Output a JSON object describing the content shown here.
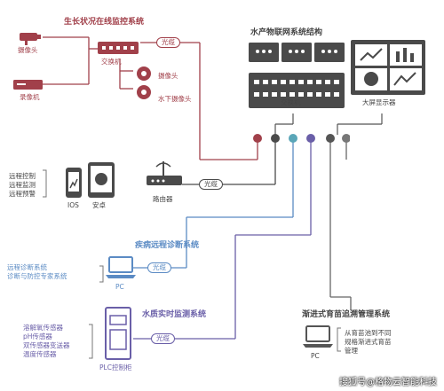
{
  "colors": {
    "red": "#a1404a",
    "dark": "#4a4a4a",
    "blue": "#5b8bc4",
    "teal": "#5aa6b8",
    "purple": "#6a5fa8",
    "gray": "#777777"
  },
  "top_left": {
    "title": "生长状况在线监控系统",
    "camera_label": "摄像头",
    "recorder_label": "录像机",
    "switch_label": "交换机",
    "camera2_label": "摄像头",
    "underwater_label": "水下摄像头",
    "fiber_label": "光缆"
  },
  "top_right": {
    "title": "水产物联网系统结构",
    "switch_label": "交换机",
    "screen_label": "大屏显示器"
  },
  "remote": {
    "items": [
      "远程控制",
      "远程监测",
      "远程预警"
    ],
    "ios_label": "IOS",
    "android_label": "安卓",
    "router_label": "路由器",
    "fiber_label": "光缆"
  },
  "disease": {
    "title": "疾病远程诊断系统",
    "items": [
      "远程诊断系统",
      "诊断与防控专家系统"
    ],
    "pc_label": "PC",
    "fiber_label": "光缆"
  },
  "water": {
    "title": "水质实时监测系统",
    "items": [
      "溶解氧传感器",
      "pH传感器",
      "双传感器变送器",
      "温度传感器"
    ],
    "plc_label": "PLC控制柜",
    "fiber_label": "光缆"
  },
  "trace": {
    "title": "渐进式育苗追溯管理系统",
    "pc_label": "PC",
    "desc": [
      "从育苗池到不同",
      "规格渐进式育苗",
      "管理"
    ]
  },
  "watermark": "搜狐号@格物云智能科技"
}
